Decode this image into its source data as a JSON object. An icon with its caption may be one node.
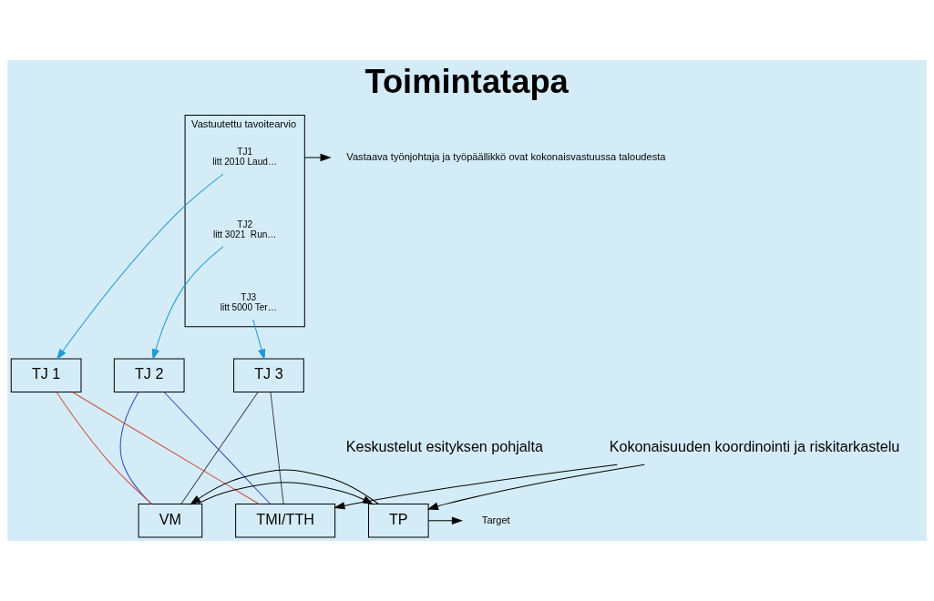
{
  "diagram": {
    "title": "Toimintatapa",
    "nodes": [
      {
        "text": [
          "Vastuutettu tavoitearvio"
        ]
      },
      {
        "text": [
          "TJ1",
          "litt 2010 Laud…"
        ],
        "in": 0
      },
      {
        "text": [
          "TJ2",
          "litt 3021  Run…"
        ],
        "in": 0
      },
      {
        "text": [
          "TJ3",
          "litt 5000 Ter…"
        ],
        "in": 0
      },
      {
        "text": [
          "Vastaava työnjohtaja ja työpäällikkö ovat kokonaisvastuussa taloudesta"
        ]
      },
      {
        "text": [
          "TJ 3"
        ]
      },
      {
        "text": [
          "TJ 2"
        ]
      },
      {
        "text": [
          "TJ 1"
        ]
      },
      {
        "text": [
          "TMI/TTH"
        ]
      },
      {
        "text": [
          "VM"
        ]
      },
      {
        "text": [
          "TP"
        ]
      },
      {
        "text": [
          "Target"
        ]
      },
      {
        "text": [
          "Kokonaisuuden koordinointi ja riskitarkastelu"
        ]
      }
    ],
    "edges": [
      {
        "from": 0,
        "to": 4,
        "arrow": "to"
      },
      {
        "from": 1,
        "to": 7,
        "arrow": "to",
        "color": "#1e9bd7"
      },
      {
        "from": 2,
        "to": 6,
        "arrow": "to",
        "color": "#1e9bd7"
      },
      {
        "from": 3,
        "to": 5,
        "arrow": "to",
        "color": "#1e9bd7"
      },
      {
        "from": 5,
        "to": 8,
        "arrow": "none",
        "color": "#404040"
      },
      {
        "from": 5,
        "to": 9,
        "arrow": "none",
        "color": "#404040"
      },
      {
        "from": 6,
        "to": 8,
        "arrow": "none",
        "color": "#3048c0"
      },
      {
        "from": 6,
        "to": 9,
        "arrow": "none",
        "color": "#3048c0"
      },
      {
        "from": 7,
        "to": 8,
        "arrow": "none",
        "color": "#d0503a"
      },
      {
        "from": 7,
        "to": 9,
        "arrow": "none",
        "color": "#d0503a"
      },
      {
        "from": 9,
        "to": 10,
        "arrow": "to"
      },
      {
        "from": 10,
        "to": 9,
        "arrow": "to"
      },
      {
        "from": 10,
        "to": 11,
        "arrow": "to"
      },
      {
        "from": 12,
        "to": 8,
        "arrow": "to"
      },
      {
        "from": 12,
        "to": 10,
        "arrow": "to"
      }
    ],
    "labels": [
      "Keskustelut esityksen pohjalta"
    ]
  }
}
